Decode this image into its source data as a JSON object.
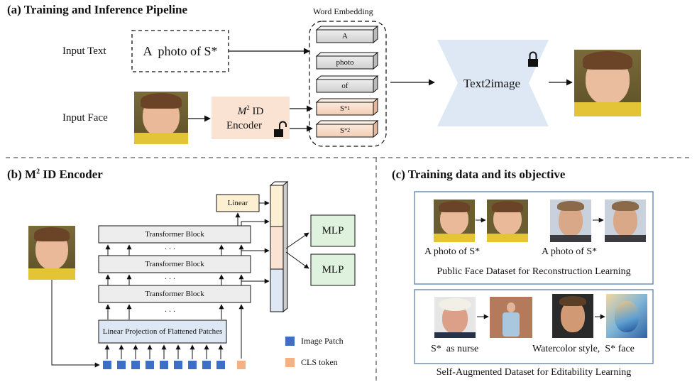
{
  "panel_a": {
    "title": "(a) Training and Inference Pipeline",
    "input_text_label": "Input Text",
    "input_face_label": "Input Face",
    "prompt": "A  photo of S*",
    "word_embedding_label": "Word Embedding",
    "tokens": [
      "A",
      "photo",
      "of"
    ],
    "s1_main": "S",
    "s1_sup": "*",
    "s1_sub": "1",
    "s2_main": "S",
    "s2_sup": "*",
    "s2_sub": "2",
    "encoder_m": "M",
    "encoder_sup": "2",
    "encoder_id": " ID",
    "encoder_line2": "Encoder",
    "text2image": "Text2image"
  },
  "panel_b": {
    "title_main": "(b) M",
    "title_sup": "2",
    "title_rest": " ID Encoder",
    "linear": "Linear",
    "transformer_block": "Transformer Block",
    "dots": ". . .",
    "projection": "Linear Projection of Flattened Patches",
    "mlp": "MLP",
    "legend_image_patch": "Image Patch",
    "legend_cls_token": "CLS token"
  },
  "panel_c": {
    "title": "(c) Training data and its objective",
    "caption_a": "A photo of S*",
    "caption_b": "A photo of S*",
    "public_dataset": "Public Face Dataset for Reconstruction Learning",
    "caption_c": "S*  as nurse",
    "caption_d": "Watercolor style,  S* face",
    "self_dataset": "Self-Augmented Dataset for Editability Learning"
  },
  "colors": {
    "encoder_fill": "#fbe3d4",
    "text2image_fill": "#dde8f4",
    "mlp_fill": "#dff2dd",
    "linear_fill": "#fdf0d2",
    "patch_blue": "#3d6fc5",
    "cls_orange": "#f4b183",
    "frame_blue": "#5b7fae"
  }
}
